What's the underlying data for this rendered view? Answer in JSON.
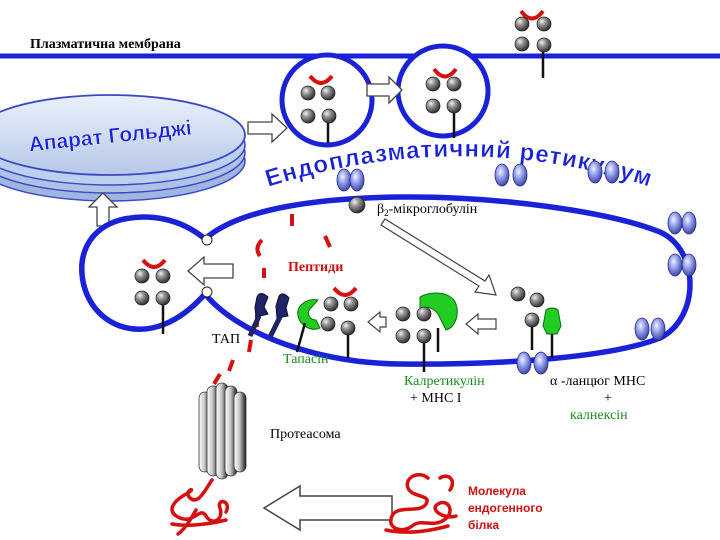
{
  "labels": {
    "plasma_membrane": "Плазматична мембрана",
    "golgi": "Апарат Гольджі",
    "er": "Ендоплазматичний ретикулум",
    "b2m_prefix": "β",
    "b2m_sub": "2",
    "b2m_suffix": "-мікроглобулін",
    "peptides": "Пептиди",
    "tap": "ТАП",
    "tapasin": "Тапасін",
    "calreticulin_1": "Калретикулін",
    "calreticulin_2": "+ МНС І",
    "alpha_1": "α -ланцюг МНС",
    "alpha_2": "+",
    "alpha_3": "калнексін",
    "proteasome": "Протеасома",
    "molecule_1": "Молекула",
    "molecule_2": "ендогенного",
    "molecule_3": "білка"
  },
  "colors": {
    "membrane_blue": "#1a22d8",
    "peptide_red": "#d60f0f",
    "label_red": "#cc1111",
    "golgi_fill": "#bcd0ee",
    "tapasin_green": "#22cc22",
    "b2m_lilac": "#8a95e6",
    "tap_navy": "#1f2466"
  }
}
